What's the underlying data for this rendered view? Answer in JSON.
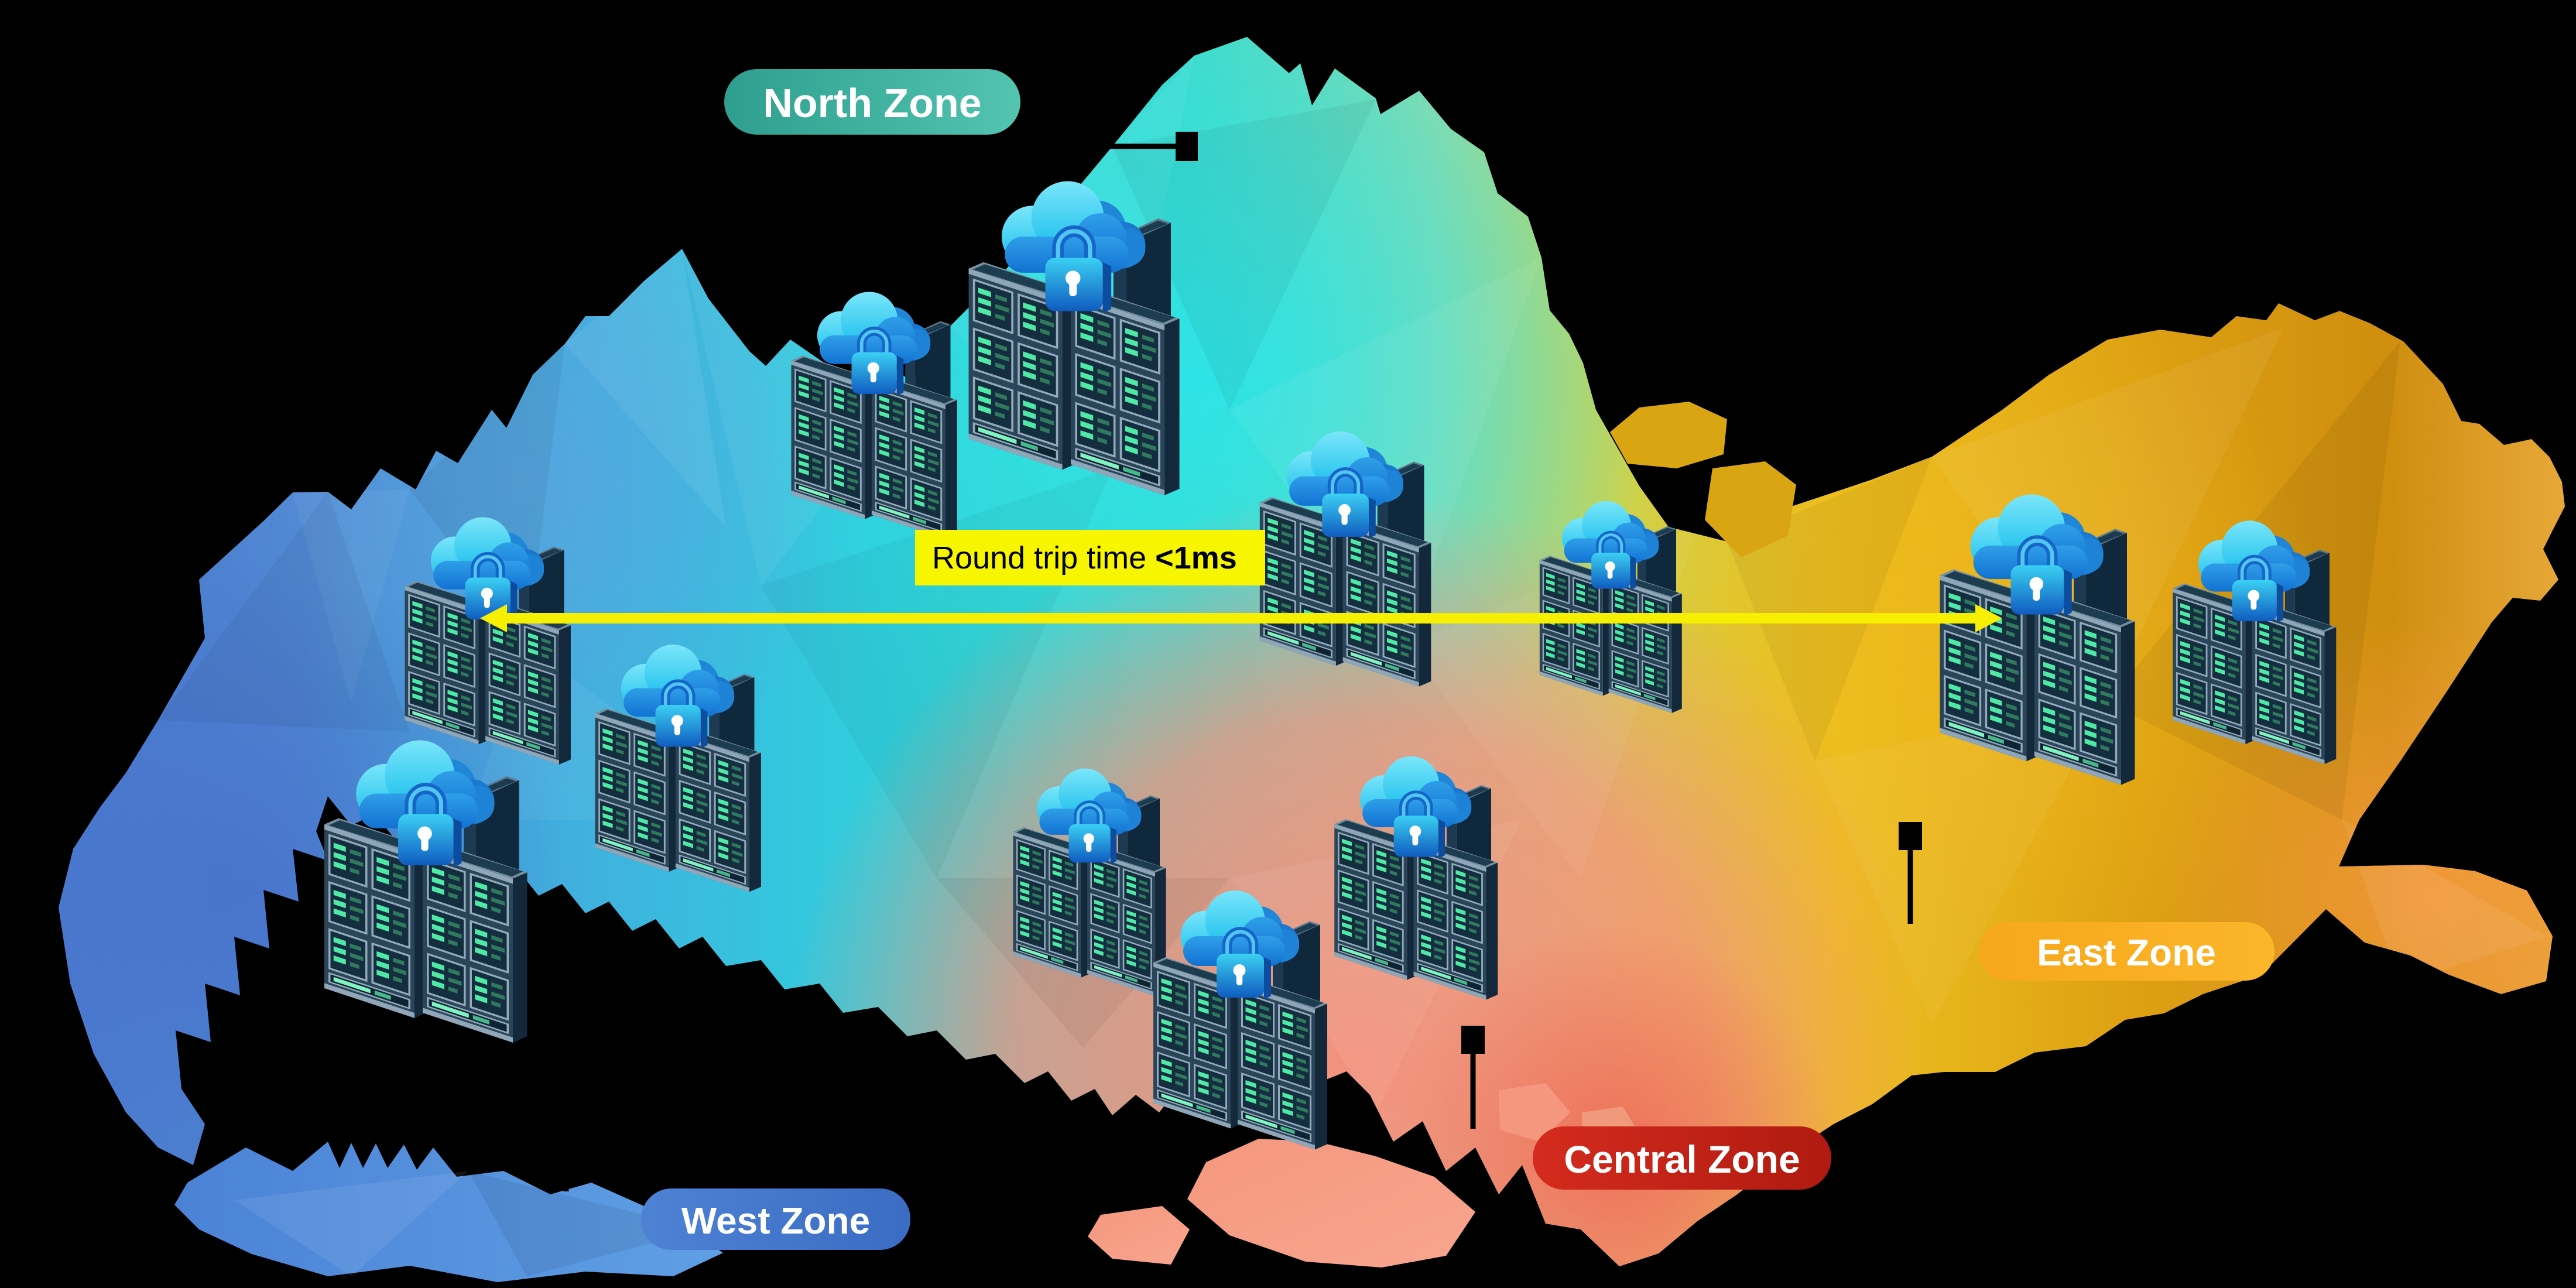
{
  "page": {
    "title": "Singapore cloud region availability zones map",
    "background": "#000000",
    "style": "low-poly gradient map with isometric secure data centers"
  },
  "map": {
    "region": "Singapore",
    "zone_colors": {
      "west_blue": "#4a7bcf",
      "north_turquoise": "#2fd4dd",
      "central_salmon": "#f8907c",
      "east_gold": "#e0a614",
      "southeast_orange": "#f5993f"
    },
    "islands": [
      "main-island",
      "jurong-tuas-island",
      "sentosa-island",
      "west-islet",
      "pulau-ubin",
      "pulau-tekong",
      "marina-islets"
    ]
  },
  "zones": {
    "north": {
      "label": "North Zone",
      "pill_start": "#2f9e8f",
      "pill_end": "#52c4b0"
    },
    "west": {
      "label": "West Zone",
      "pill_start": "#4e82d4",
      "pill_end": "#3b6cc4"
    },
    "central": {
      "label": "Central Zone",
      "pill_start": "#d42b1e",
      "pill_end": "#b01a10"
    },
    "east": {
      "label": "East Zone",
      "pill_start": "#f7a71b",
      "pill_end": "#fbb62a"
    }
  },
  "rtt": {
    "prefix": "Round trip time ",
    "value": "<1ms",
    "bg": "#f8f500",
    "arrow_color": "#f6ef00"
  },
  "datacenters": {
    "total": 12,
    "icon": "cloud-lock-server-rack",
    "per_zone": {
      "north": 2,
      "west": 3,
      "central": 5,
      "east": 2
    }
  }
}
